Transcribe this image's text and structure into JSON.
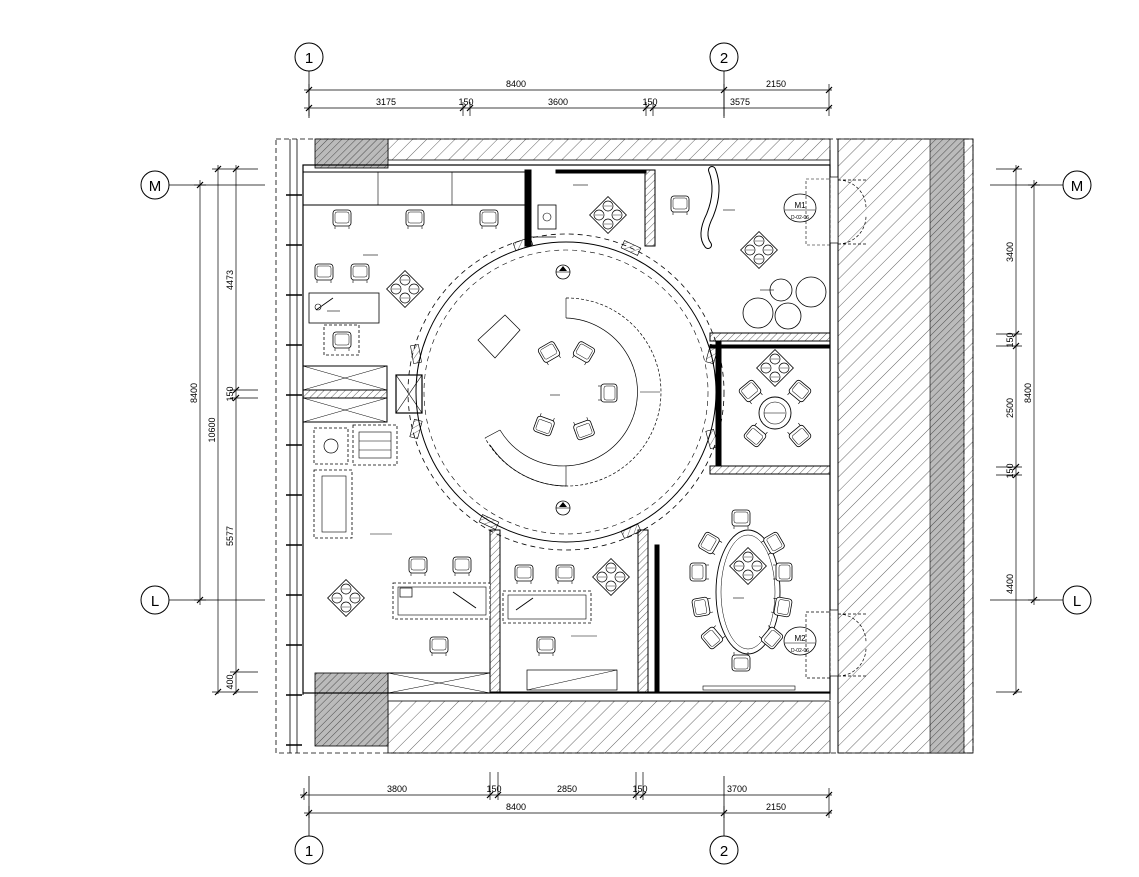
{
  "grid_axes": {
    "vertical": [
      "1",
      "2"
    ],
    "horizontal": [
      "M",
      "L"
    ]
  },
  "dimensions": {
    "top_overall": [
      "8400",
      "2150"
    ],
    "top_segments": [
      "3175",
      "150",
      "3600",
      "150",
      "3575"
    ],
    "bottom_segments": [
      "3800",
      "150",
      "2850",
      "150",
      "3700"
    ],
    "bottom_overall": [
      "8400",
      "2150"
    ],
    "left_outer": "10600",
    "left_mid": "8400",
    "left_inner": [
      "4473",
      "150",
      "5577",
      "400"
    ],
    "right_inner": [
      "3400",
      "150",
      "2500",
      "150",
      "4400"
    ],
    "right_outer": "8400"
  },
  "door_tags": [
    {
      "label": "M1",
      "code": "D-02-06"
    },
    {
      "label": "M2",
      "code": "D-02-06"
    }
  ],
  "colors": {
    "line": "#000000",
    "wall_fill": "#bbbbbb",
    "background": "#ffffff"
  }
}
